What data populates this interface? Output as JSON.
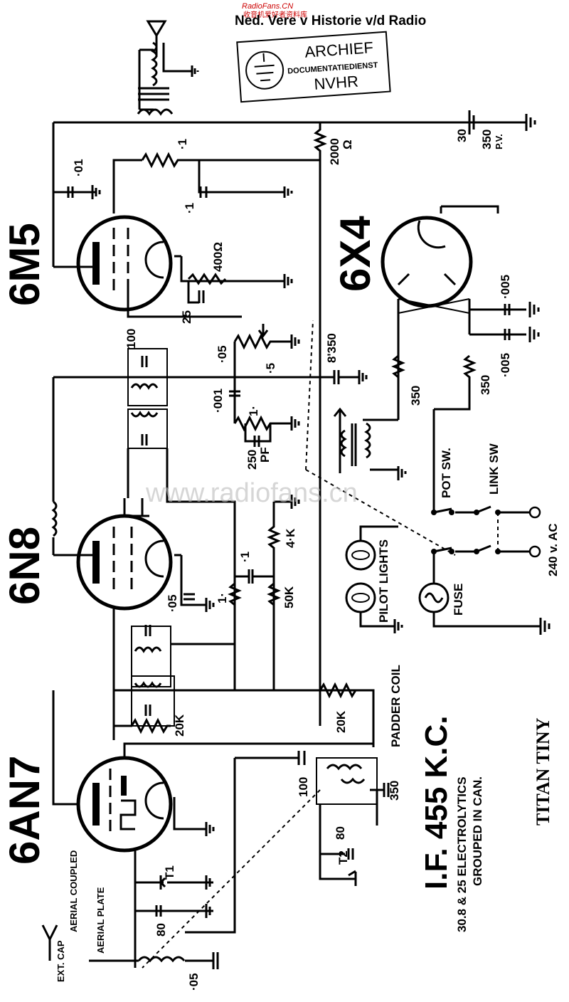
{
  "header": {
    "site": "RadioFans.CN",
    "site_sub": "收音机爱好者资料库",
    "title": "Ned. Vere v Historie v/d Radio"
  },
  "stamp": {
    "line1": "ARCHIEF",
    "line2": "DOCUMENTATIEDIENST",
    "line3": "NVHR"
  },
  "watermark": "www.radiofans.cn",
  "tubes": {
    "t1": "6M5",
    "t2": "6X4",
    "t3": "6N8",
    "t4": "6AN7"
  },
  "components": {
    "c_01": "·01",
    "r_1": "·1",
    "c_1b": "·1",
    "r_2000": "2000",
    "omega": "Ω",
    "cap30": "30",
    "cap350pv": "350",
    "pv": "P.V.",
    "r_400": "400Ω",
    "c_25": "25",
    "c_005a": "·005",
    "c_005b": "·005",
    "r_350a": "350",
    "r_350b": "350",
    "c_8_350": "8'350",
    "c_05a": "·05",
    "r_5": "·5",
    "c_100a": "100",
    "c_001": "·001",
    "r_1m": "1·",
    "c_250": "250",
    "pf": "PF",
    "r_1b": "·1",
    "r_1c": "1·",
    "r_4k": "4·K",
    "r_50k": "50K",
    "c_05b": "·05",
    "r_20ka": "20K",
    "r_20kb": "20K",
    "c_100b": "100",
    "c_80a": "80",
    "c_350": "350",
    "c_80b": "80",
    "c_05c": "·05",
    "t1": "T1",
    "t2": "T2"
  },
  "labels": {
    "pot_sw": "POT SW.",
    "link_sw": "LINK SW",
    "ac": "240 v. AC",
    "pilot": "PILOT LIGHTS",
    "fuse": "FUSE",
    "padder": "PADDER COIL",
    "if": "I.F. 455 K.C.",
    "electro1": "30.8 & 25 ELECTROLYTICS",
    "electro2": "GROUPED IN CAN.",
    "model": "TITAN TINY",
    "ext_cap": "EXT. CAP",
    "aerial_coupled": "AERIAL COUPLED",
    "aerial_plate": "AERIAL PLATE"
  }
}
